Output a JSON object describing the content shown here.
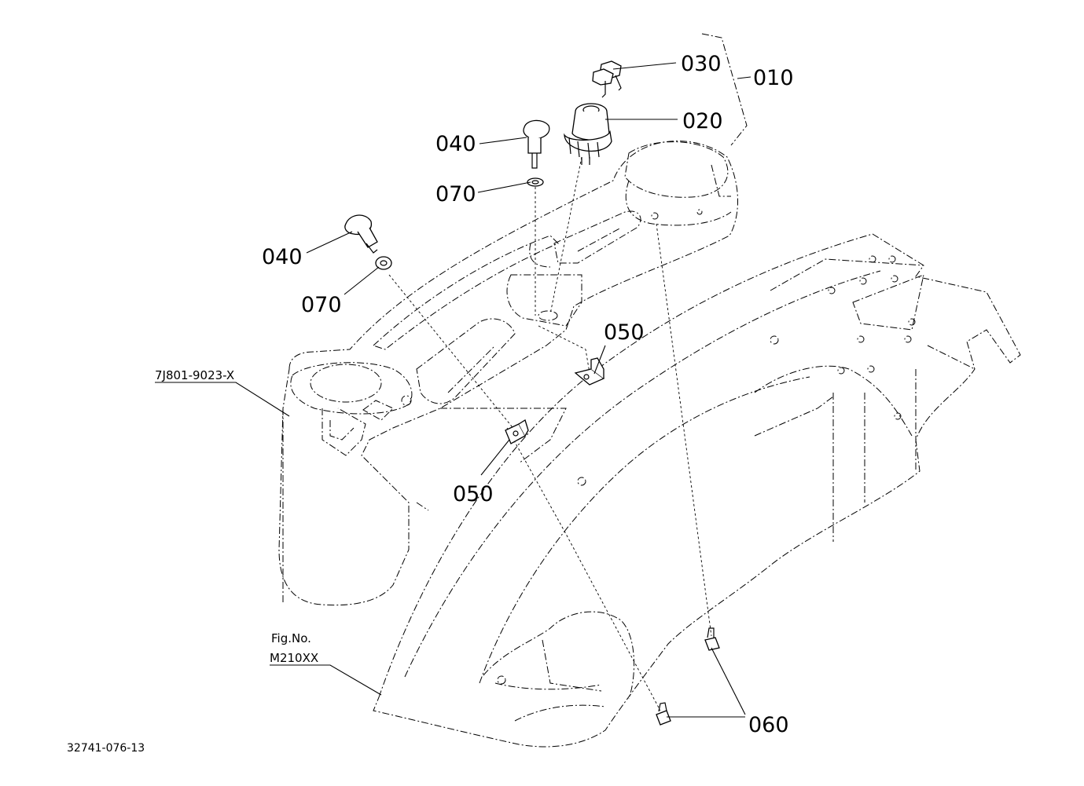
{
  "callouts": {
    "c010": "010",
    "c020": "020",
    "c030": "030",
    "c040_upper": "040",
    "c040_lower": "040",
    "c050_right": "050",
    "c050_left": "050",
    "c060": "060",
    "c070_upper": "070",
    "c070_lower": "070"
  },
  "references": {
    "ref_part": "7J801-9023-X",
    "fig_label": "Fig.No.",
    "fig_number": "M210XX"
  },
  "drawing_number": "32741-076-13"
}
